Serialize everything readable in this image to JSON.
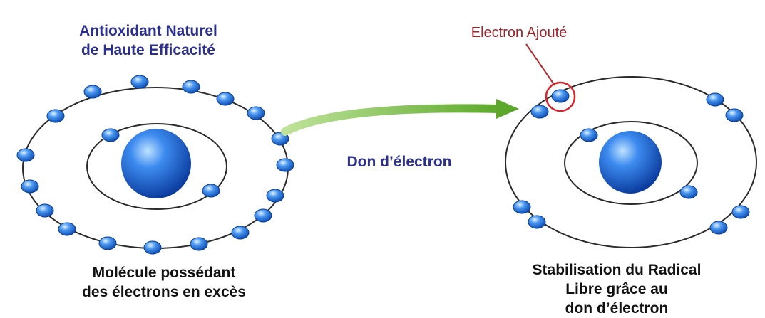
{
  "title": {
    "line1": "Antioxidant Naturel",
    "line2": "de Haute Efficacité"
  },
  "left_molecule": {
    "caption_line1": "Molécule possédant",
    "caption_line2": "des électrons en excès"
  },
  "arrow": {
    "label": "Don d’électron"
  },
  "right_molecule": {
    "added_label": "Electron Ajouté",
    "caption_line1": "Stabilisation du Radical",
    "caption_line2": "Libre grâce au",
    "caption_line3": "don d’électron"
  },
  "colors": {
    "title_text": "#2b2f8f",
    "added_label_text": "#a3222a",
    "orbit": "#2a2a2a",
    "electron": "#1f63c9",
    "arrow": "#7cc142"
  }
}
